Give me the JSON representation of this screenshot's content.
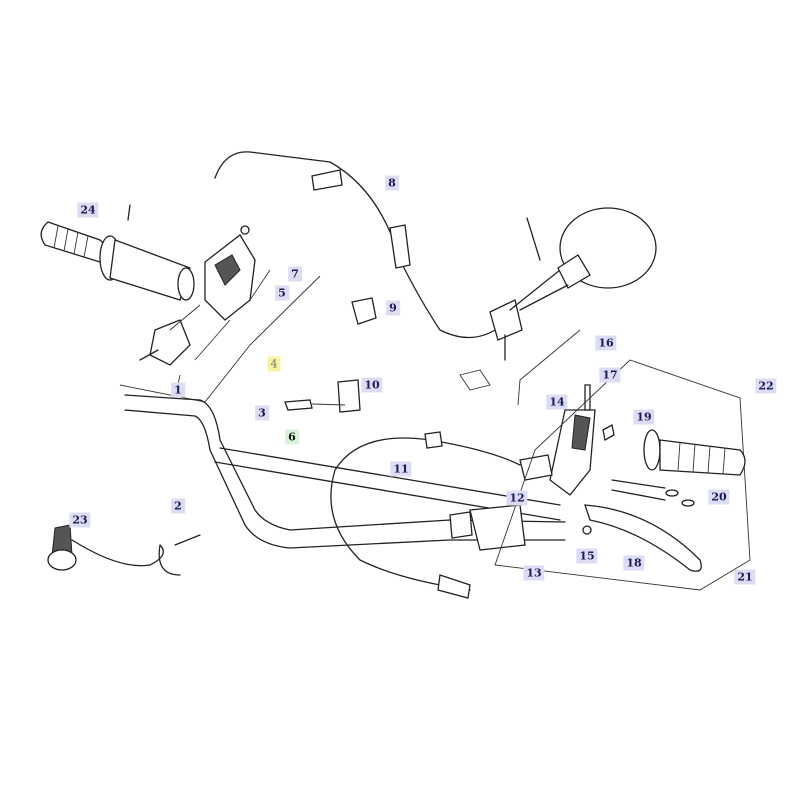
{
  "title": "Handlebar and controls exploded parts diagram",
  "colors": {
    "label_bg": "#dcdcf4",
    "label_text": "#1a1a5a",
    "highlight_yellow": "#f6f3a0",
    "highlight_green": "#d8f4d8"
  },
  "labels": [
    {
      "id": "24",
      "text": "24"
    },
    {
      "id": "7",
      "text": "7"
    },
    {
      "id": "5",
      "text": "5"
    },
    {
      "id": "1",
      "text": "1"
    },
    {
      "id": "4",
      "text": "4"
    },
    {
      "id": "8",
      "text": "8"
    },
    {
      "id": "9",
      "text": "9"
    },
    {
      "id": "16",
      "text": "16"
    },
    {
      "id": "10",
      "text": "10"
    },
    {
      "id": "3",
      "text": "3"
    },
    {
      "id": "6",
      "text": "6"
    },
    {
      "id": "17",
      "text": "17"
    },
    {
      "id": "14",
      "text": "14"
    },
    {
      "id": "19",
      "text": "19"
    },
    {
      "id": "22",
      "text": "22"
    },
    {
      "id": "11",
      "text": "11"
    },
    {
      "id": "12",
      "text": "12"
    },
    {
      "id": "20",
      "text": "20"
    },
    {
      "id": "13",
      "text": "13"
    },
    {
      "id": "15",
      "text": "15"
    },
    {
      "id": "18",
      "text": "18"
    },
    {
      "id": "21",
      "text": "21"
    },
    {
      "id": "23",
      "text": "23"
    },
    {
      "id": "2",
      "text": "2"
    }
  ]
}
